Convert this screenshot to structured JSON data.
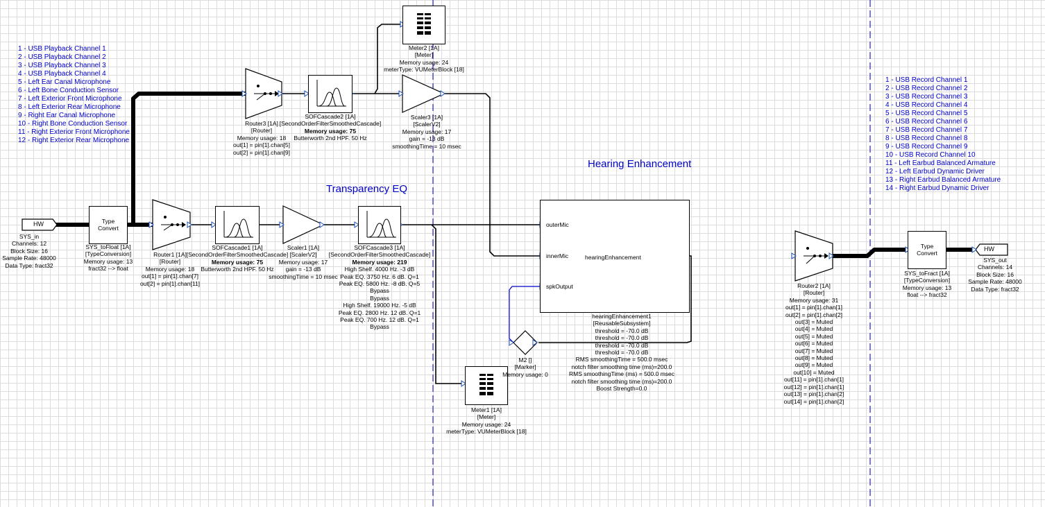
{
  "titles": {
    "transparency": "Transparency EQ",
    "hearing": "Hearing Enhancement"
  },
  "input_channels": [
    "1 - USB Playback Channel 1",
    "2 - USB Playback Channel 2",
    "3 - USB Playback Channel 3",
    "4 - USB Playback Channel 4",
    "5 - Left Ear Canal Microphone",
    "6 - Left Bone Conduction Sensor",
    "7 - Left Exterior Front Microphone",
    "8 - Left Exterior Rear Microphone",
    "9 - Right Ear Canal Microphone",
    "10 - Right Bone Conduction Sensor",
    "11 - Right Exterior Front Microphone",
    "12 - Right Exterior Rear Microphone"
  ],
  "output_channels": [
    "1 - USB Record Channel 1",
    "2 - USB Record Channel 2",
    "3 - USB Record Channel 3",
    "4 - USB Record Channel 4",
    "5 - USB Record Channel 5",
    "6 - USB Record Channel 6",
    "7 - USB Record Channel 7",
    "8 - USB Record Channel 8",
    "9 - USB Record Channel 9",
    "10 - USB Record Channel 10",
    "11 - Left Earbud Balanced Armature",
    "12 - Left Earbud Dynamic Driver",
    "13 - Right Earbud Balanced Armature",
    "14 - Right Earbud Dynamic Driver"
  ],
  "sys_in": {
    "tag": "HW",
    "lines": [
      "SYS_in",
      "Channels: 12",
      "Block Size: 16",
      "Sample Rate: 48000",
      "Data Type: fract32"
    ]
  },
  "sys_out": {
    "tag": "HW",
    "lines": [
      "SYS_out",
      "Channels: 14",
      "Block Size: 16",
      "Sample Rate: 48000",
      "Data Type: fract32"
    ]
  },
  "type_convert_label": "Type\nConvert",
  "blocks": {
    "sys_tofloat": [
      "SYS_toFloat [1A]",
      "[TypeConversion]",
      "Memory usage: 13",
      "fract32 --> float"
    ],
    "router1": [
      "Router1 [1A]",
      "[Router]",
      "Memory usage: 18",
      "out[1] = pin[1].chan[7]",
      "out[2] = pin[1].chan[11]"
    ],
    "sofcascade1": [
      "SOFCascade1 [1A]",
      "[SecondOrderFilterSmoothedCascade]",
      "Memory usage: 75",
      "Butterworth 2nd HPF. 50 Hz"
    ],
    "scaler1": [
      "Scaler1 [1A]",
      "[ScalerV2]",
      "Memory usage: 17",
      "gain = -13 dB",
      "smoothingTime = 10 msec"
    ],
    "sofcascade3": [
      "SOFCascade3 [1A]",
      "[SecondOrderFilterSmoothedCascade]",
      "Memory usage: 219",
      "High Shelf. 4000 Hz. -3 dB",
      "Peak EQ. 3750 Hz. 6 dB. Q=1",
      "Peak EQ. 5800 Hz. -8 dB. Q=5",
      "Bypass",
      "Bypass",
      "High Shelf. 19000 Hz. -5 dB",
      "Peak EQ. 2800 Hz. 12 dB. Q=1",
      "Peak EQ. 700 Hz. 12 dB. Q=1",
      "Bypass"
    ],
    "router3": [
      "Router3 [1A]",
      "[Router]",
      "Memory usage: 18",
      "out[1] = pin[1].chan[5]",
      "out[2] = pin[1].chan[9]"
    ],
    "sofcascade2": [
      "SOFCascade2 [1A]",
      "[SecondOrderFilterSmoothedCascade]",
      "Memory usage: 75",
      "Butterworth 2nd HPF. 50 Hz"
    ],
    "scaler3": [
      "Scaler3 [1A]",
      "[ScalerV2]",
      "Memory usage: 17",
      "gain = -13 dB",
      "smoothingTime = 10 msec"
    ],
    "meter2": [
      "Meter2 [1A]",
      "[Meter]",
      "Memory usage: 24",
      "meterType: VUMeterBlock [18]"
    ],
    "meter1": [
      "Meter1 [1A]",
      "[Meter]",
      "Memory usage: 24",
      "meterType: VUMeterBlock [18]"
    ],
    "marker": [
      "M2 []",
      "[Marker]",
      "Memory usage: 0"
    ],
    "hearing": [
      "hearingEnhancement1",
      "[ReusableSubsystem]",
      "threshold = -70.0 dB",
      "threshold = -70.0 dB",
      "threshold = -70.0 dB",
      "threshold = -70.0 dB",
      "RMS smoothingTime = 500.0 msec",
      "notch filter smoothing time (ms)=200.0",
      "RMS smoothingTime (ms) = 500.0 msec",
      "notch filter smoothing time (ms)=200.0",
      "Boost Strength=0.0"
    ],
    "router2": [
      "Router2 [1A]",
      "[Router]",
      "Memory usage: 31",
      "out[1] = pin[1].chan[1]",
      "out[2] = pin[1].chan[2]",
      "out[3] = Muted",
      "out[4] = Muted",
      "out[5] = Muted",
      "out[6] = Muted",
      "out[7] = Muted",
      "out[8] = Muted",
      "out[9] = Muted",
      "out[10] = Muted",
      "out[11] = pin[1].chan[1]",
      "out[12] = pin[1].chan[1]",
      "out[13] = pin[1].chan[2]",
      "out[14] = pin[1].chan[2]"
    ],
    "sys_tofract": [
      "SYS_toFract [1A]",
      "[TypeConversion]",
      "Memory usage: 13",
      "float --> fract32"
    ]
  },
  "hearing_pins": {
    "in1": "outerMic",
    "in2": "innerMic",
    "in3": "spkOutput",
    "name": "hearingEnhancement"
  },
  "colors": {
    "wire": "#000000",
    "feedback_wire": "#0000cc",
    "annotation": "#0000cc",
    "grid": "#dcdcdc"
  }
}
